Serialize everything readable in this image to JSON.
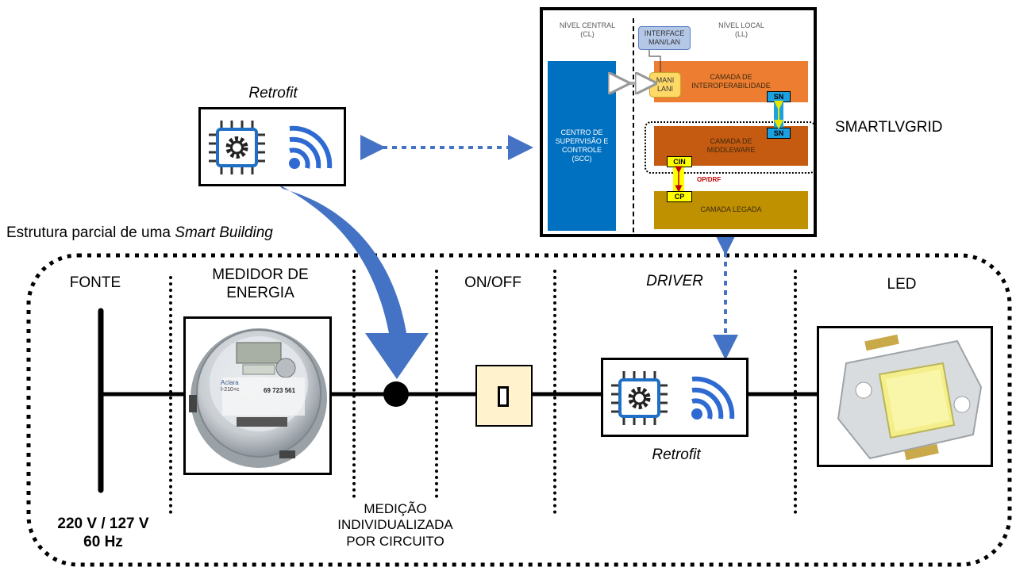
{
  "retrofit_top": {
    "label": "Retrofit"
  },
  "retrofit_bottom": {
    "label": "Retrofit"
  },
  "smartlvgrid": {
    "title": "SMARTLVGRID",
    "central_level": "NÍVEL CENTRAL\n(CL)",
    "local_level": "NÍVEL LOCAL\n(LL)",
    "interface": "INTERFACE\nMAN/LAN",
    "scc": "CENTRO DE\nSUPERVISÃO E\nCONTROLE\n(SCC)",
    "mani_lani": "MANI\nLANI",
    "interop_layer": "CAMADA DE\nINTEROPERABILIDADE",
    "middleware_layer": "CAMADA DE\nMIDDLEWARE",
    "legacy_layer": "CAMADA LEGADA",
    "sn_top": "SN",
    "sn_bottom": "SN",
    "cin": "CIN",
    "cp": "CP",
    "op_drf": "OP/DRF"
  },
  "building": {
    "caption_prefix": "Estrutura parcial de uma ",
    "caption_emphasis": "Smart Building"
  },
  "sections": {
    "source": "FONTE",
    "meter": "MEDIDOR DE\nENERGIA",
    "switch": "ON/OFF",
    "driver": "DRIVER",
    "led": "LED"
  },
  "source_spec": "220 V / 127 V\n60 Hz",
  "measurement_note": "MEDIÇÃO\nINDIVIDUALIZADA\nPOR CIRCUITO",
  "meter_face": {
    "brand": "Aclara",
    "model": "I-210+c",
    "serial": "69 723 561"
  },
  "colors": {
    "blue_accent": "#4472c4",
    "scc_blue": "#0070c0",
    "interop_orange": "#ed7d31",
    "middleware_orange": "#c55a11",
    "legacy_gold": "#bf9000",
    "switch_fill": "#fff2cc"
  }
}
